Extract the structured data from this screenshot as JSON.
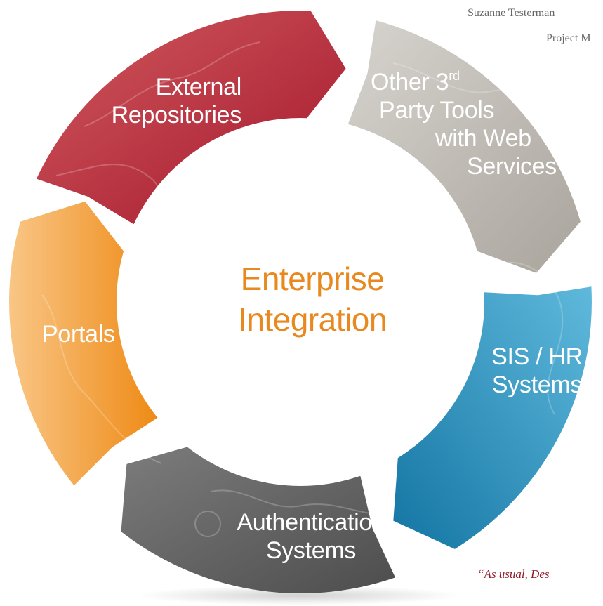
{
  "header": {
    "author": "Suzanne Testerman",
    "role": "Project M"
  },
  "diagram": {
    "center": {
      "line1": "Enterprise",
      "line2": "Integration",
      "color": "#e8891f"
    },
    "segments": [
      {
        "id": "external",
        "lines": [
          "External",
          "Repositories"
        ],
        "color": "#b3323f"
      },
      {
        "id": "thirdparty",
        "line1_main": "Other 3",
        "line1_sup": "rd",
        "lines": [
          "Party Tools",
          "with Web",
          "Services"
        ],
        "color": "#b9b5ae"
      },
      {
        "id": "sis",
        "lines": [
          "SIS / HR",
          "Systems"
        ],
        "color": "#1f86b4"
      },
      {
        "id": "auth",
        "lines": [
          "Authentication",
          "Systems"
        ],
        "color": "#6a6a6a"
      },
      {
        "id": "portals",
        "lines": [
          "Portals"
        ],
        "color": "#f0962a"
      }
    ]
  },
  "quote": {
    "text": "“As usual, Des"
  }
}
